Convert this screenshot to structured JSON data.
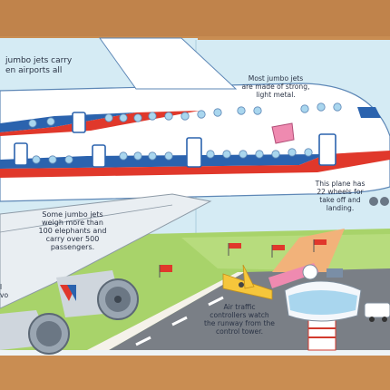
{
  "captions": {
    "jets_airports": "jumbo jets carry\nen airports all",
    "metal": "Most jumbo jets\nare made of strong,\nlight metal.",
    "wheels": "This plane has\n22 wheels for\ntake off and\nlanding.",
    "elephants": "Some jumbo jets\nweigh more than\n100 elephants and\ncarry over 500\npassengers.",
    "controllers": "Air traffic\ncontrollers watch\nthe runway from the\ncontrol tower.",
    "left_edge": "l\nvo"
  },
  "colors": {
    "sky": "#d6ecf5",
    "fuselage": "#ffffff",
    "stripe_blue": "#2b63ae",
    "stripe_red": "#e0382b",
    "grass": "#aad36d",
    "tarmac": "#7a7f86",
    "table": "#c98d52"
  }
}
